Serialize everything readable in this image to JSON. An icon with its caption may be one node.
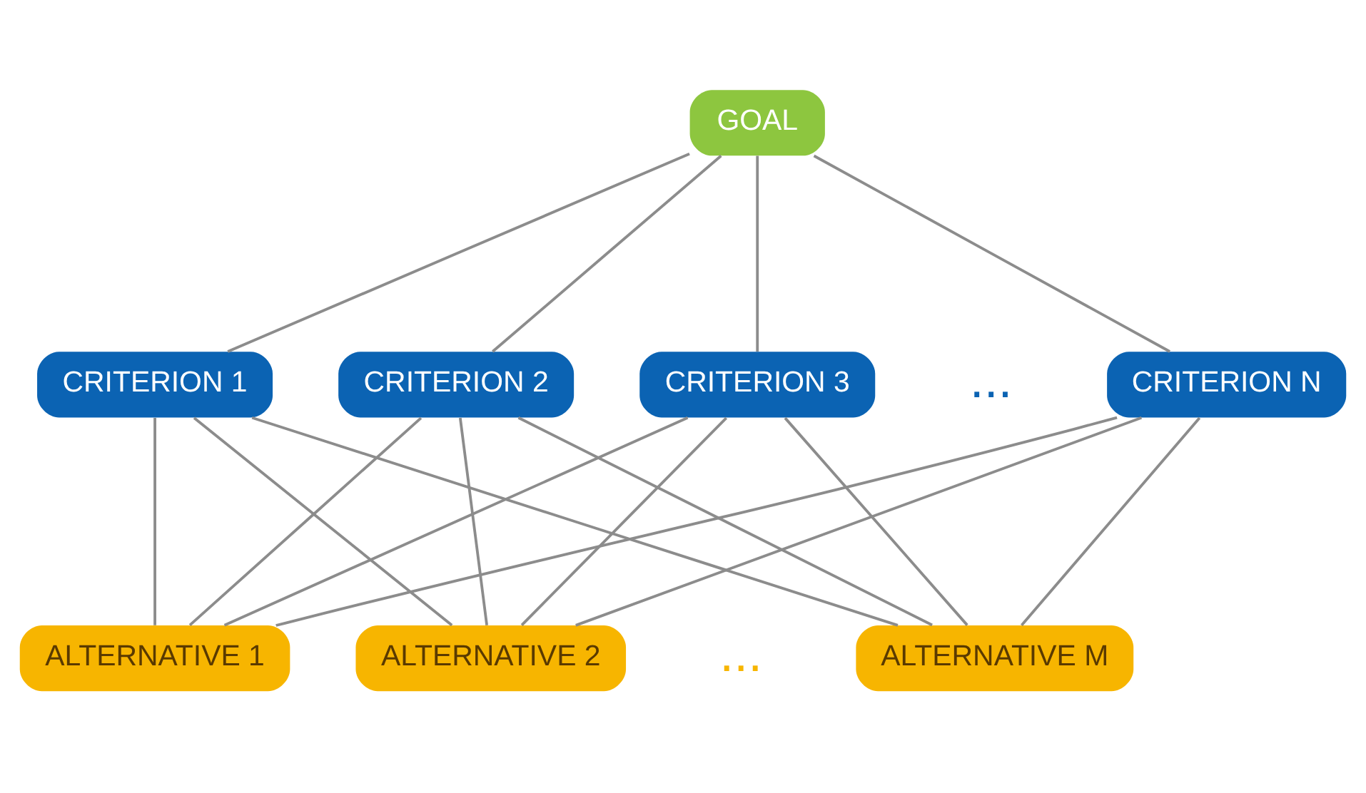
{
  "diagram": {
    "nodes": [
      {
        "text": [
          "GOAL"
        ]
      },
      {
        "text": [
          "CRITERION 1"
        ]
      },
      {
        "text": [
          "CRITERION 2"
        ]
      },
      {
        "text": [
          "CRITERION 3"
        ]
      },
      {
        "text": [
          "CRITERION N"
        ]
      },
      {
        "text": [
          "ALTERNATIVE 1"
        ]
      },
      {
        "text": [
          "ALTERNATIVE 2"
        ]
      },
      {
        "text": [
          "ALTERNATIVE M"
        ]
      }
    ],
    "edges": [
      {
        "from": 0,
        "to": 1,
        "arrow": "none"
      },
      {
        "from": 0,
        "to": 2,
        "arrow": "none"
      },
      {
        "from": 0,
        "to": 3,
        "arrow": "none"
      },
      {
        "from": 0,
        "to": 4,
        "arrow": "none"
      },
      {
        "from": 1,
        "to": 5,
        "arrow": "none"
      },
      {
        "from": 1,
        "to": 6,
        "arrow": "none"
      },
      {
        "from": 1,
        "to": 7,
        "arrow": "none"
      },
      {
        "from": 2,
        "to": 5,
        "arrow": "none"
      },
      {
        "from": 2,
        "to": 6,
        "arrow": "none"
      },
      {
        "from": 2,
        "to": 7,
        "arrow": "none"
      },
      {
        "from": 3,
        "to": 5,
        "arrow": "none"
      },
      {
        "from": 3,
        "to": 6,
        "arrow": "none"
      },
      {
        "from": 3,
        "to": 7,
        "arrow": "none"
      },
      {
        "from": 4,
        "to": 5,
        "arrow": "none"
      },
      {
        "from": 4,
        "to": 6,
        "arrow": "none"
      },
      {
        "from": 4,
        "to": 7,
        "arrow": "none"
      }
    ],
    "labels": [
      "...",
      "..."
    ]
  }
}
